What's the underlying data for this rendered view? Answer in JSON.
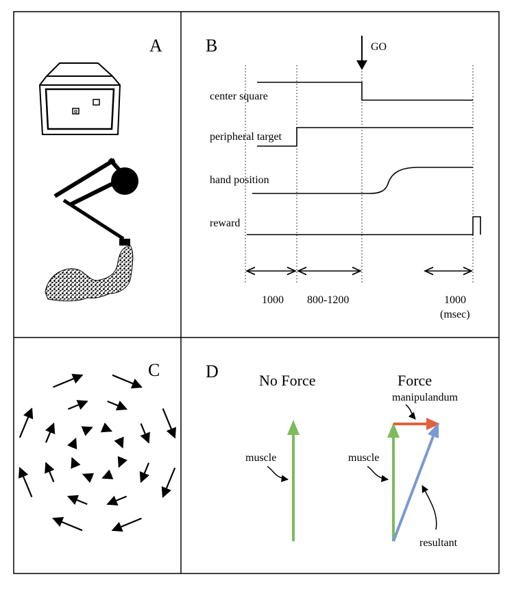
{
  "panels": {
    "a": {
      "letter": "A"
    },
    "b": {
      "letter": "B",
      "go_label": "GO",
      "traces": [
        "center square",
        "peripheral target",
        "hand position",
        "reward"
      ],
      "intervals": [
        "1000",
        "800-1200",
        "1000"
      ],
      "unit": "(msec)"
    },
    "c": {
      "letter": "C"
    },
    "d": {
      "letter": "D",
      "no_force_title": "No Force",
      "force_title": "Force",
      "muscle_label_left": "muscle",
      "muscle_label_right": "muscle",
      "manipulandum_label": "manipulandum",
      "resultant_label": "resultant"
    }
  },
  "colors": {
    "muscle": "#7dbb5e",
    "manipulandum": "#e06040",
    "resultant": "#7a9ad0",
    "ink": "#000000"
  }
}
